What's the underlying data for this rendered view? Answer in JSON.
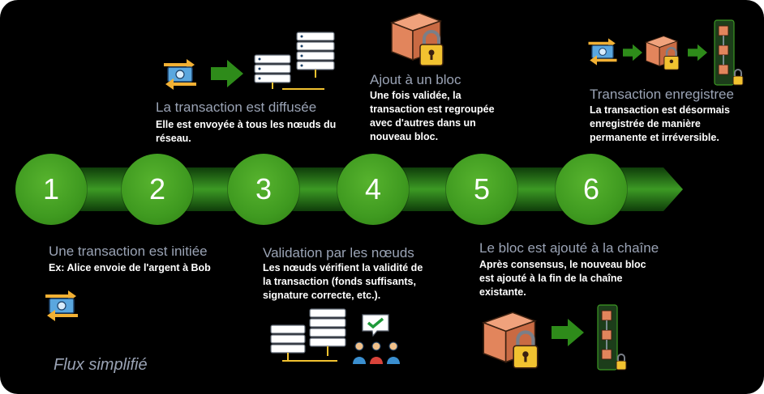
{
  "steps": [
    {
      "number": "1",
      "title": "Une transaction est initiée",
      "description": "Ex: Alice envoie de l'argent à Bob"
    },
    {
      "number": "2",
      "title": "La transaction est diffusée",
      "description": "Elle est envoyée à tous les nœuds du réseau."
    },
    {
      "number": "3",
      "title": "Validation par les nœuds",
      "description": "Les nœuds vérifient la validité de la transaction (fonds suffisants, signature correcte, etc.)."
    },
    {
      "number": "4",
      "title": "Ajout à un bloc",
      "description": "Une fois validée, la transaction est regroupée avec d'autres dans un nouveau bloc."
    },
    {
      "number": "5",
      "title": "Le bloc est ajouté à la chaîne",
      "description": "Après consensus, le nouveau bloc est ajouté à la fin de la chaîne existante."
    },
    {
      "number": "6",
      "title": "Transaction enregistree",
      "description": "La transaction est désormais enregistrée de manière permanente et irréversible."
    }
  ],
  "footer_note": "Flux simplifié",
  "colors": {
    "background": "#000000",
    "band": "#2f8a1c",
    "circle": "#3f9a20",
    "title_text": "#9aa3b5",
    "box_orange": "#e2855c",
    "lock_yellow": "#f2c230",
    "arrow_green": "#2e8b1a",
    "banknote_blue": "#3a8fd0"
  },
  "icons": [
    "money-transfer-icon",
    "server-rack-icon",
    "network-nodes-icon",
    "checkmark-bubble-icon",
    "people-group-icon",
    "locked-box-icon",
    "blockchain-icon",
    "arrow-right-icon"
  ]
}
